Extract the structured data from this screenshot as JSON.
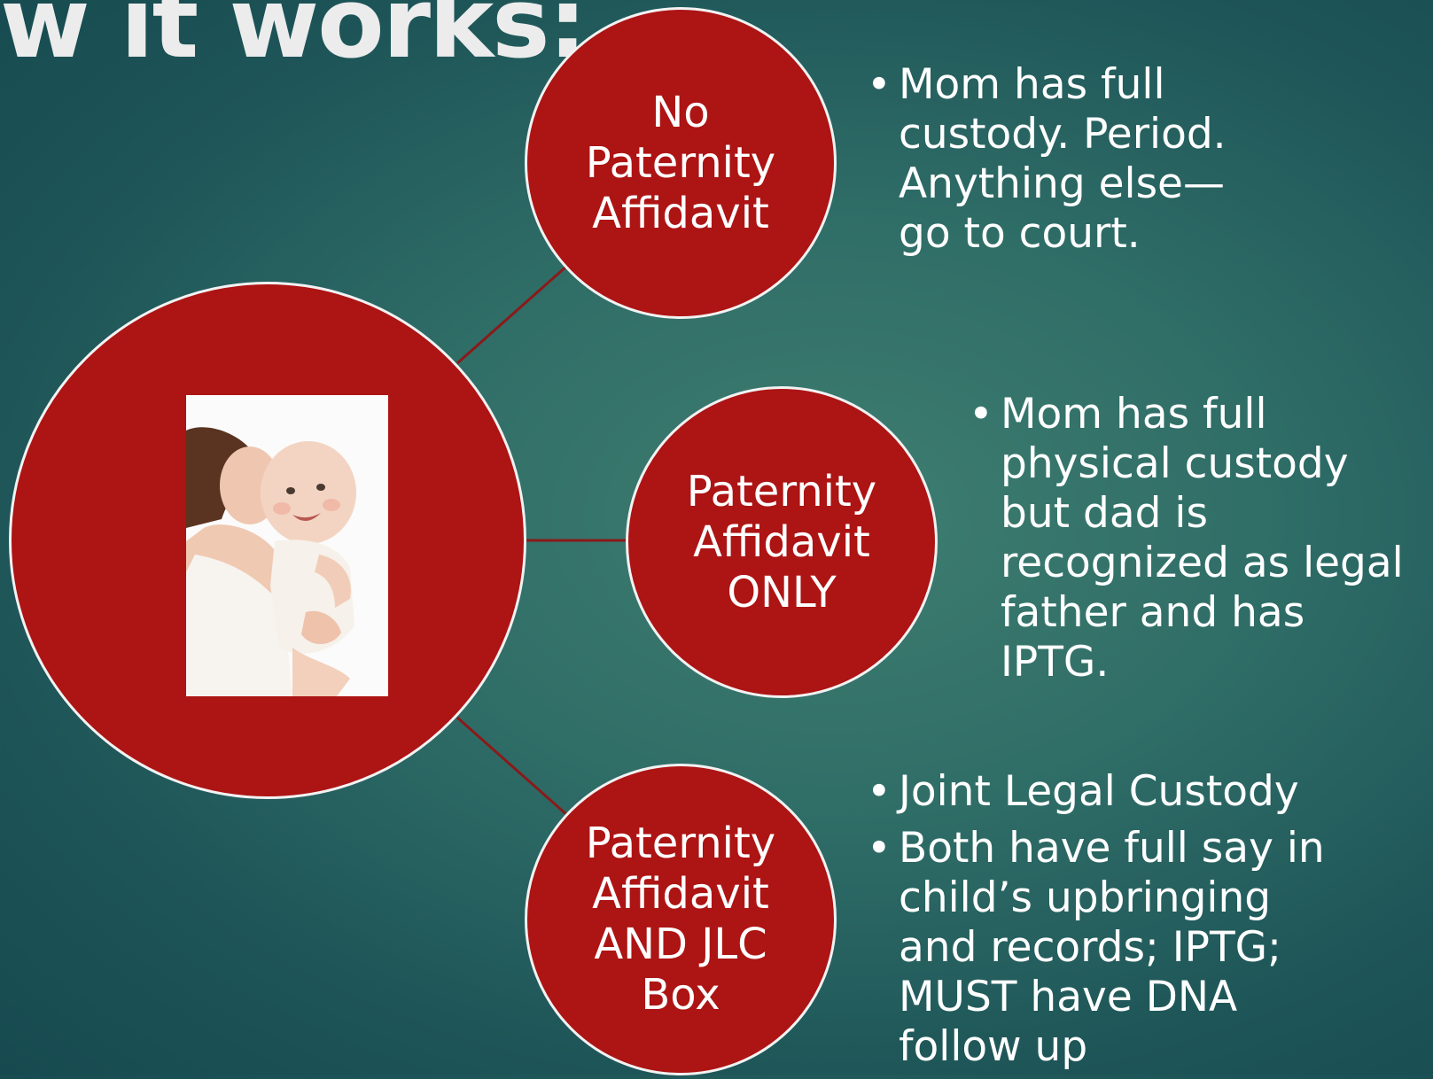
{
  "title": "w it works:",
  "colors": {
    "circle_fill": "#ad1414",
    "circle_border": "#f2f2f2",
    "connector": "#8a1a1a",
    "background": "#2f6d67"
  },
  "center_node": {
    "image": "mother-holding-baby-photo"
  },
  "nodes": [
    {
      "label_lines": [
        "No",
        "Paternity",
        "Affidavit"
      ],
      "bullets": [
        "Mom has full custody. Period. Anything else—go to court."
      ]
    },
    {
      "label_lines": [
        "Paternity",
        "Affidavit",
        "ONLY"
      ],
      "bullets": [
        "Mom has full physical custody but dad is recognized as legal father and has IPTG."
      ]
    },
    {
      "label_lines": [
        "Paternity",
        "Affidavit",
        "AND JLC",
        "Box"
      ],
      "bullets": [
        "Joint Legal Custody",
        "Both have full say in child’s upbringing and records; IPTG; MUST have DNA follow up"
      ]
    }
  ]
}
